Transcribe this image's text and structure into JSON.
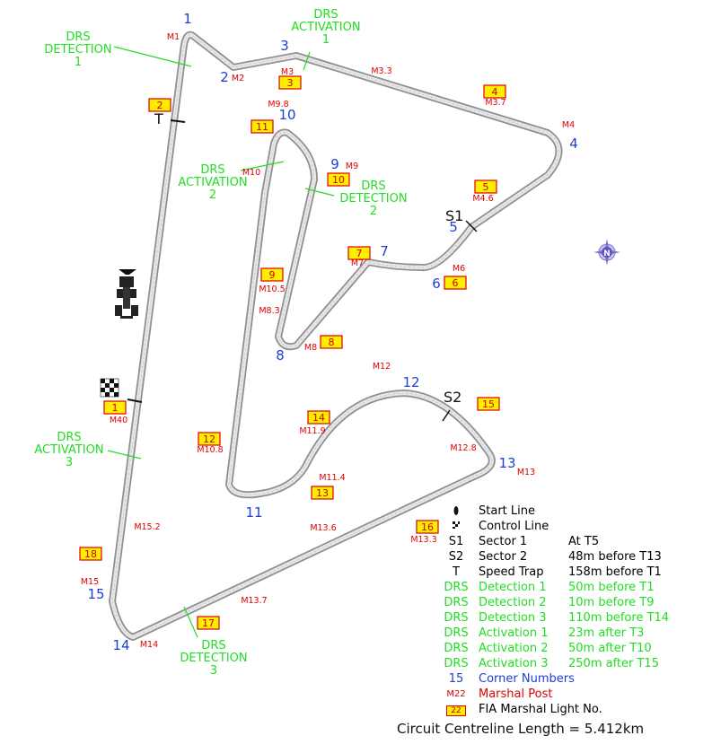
{
  "corners": [
    "1",
    "2",
    "3",
    "4",
    "5",
    "6",
    "7",
    "8",
    "9",
    "10",
    "11",
    "12",
    "13",
    "14",
    "15"
  ],
  "marshal_posts": [
    "M1",
    "M2",
    "M3",
    "M3.3",
    "M3.7",
    "M4",
    "M4.6",
    "M6",
    "M7",
    "M8",
    "M8.3",
    "M9",
    "M9.8",
    "M10",
    "M10.5",
    "M10.8",
    "M11.4",
    "M11.9",
    "M12",
    "M12.8",
    "M13",
    "M13.3",
    "M13.6",
    "M13.7",
    "M14",
    "M15",
    "M15.2",
    "M40"
  ],
  "light_boxes": [
    "1",
    "2",
    "3",
    "4",
    "5",
    "6",
    "7",
    "8",
    "9",
    "10",
    "11",
    "12",
    "13",
    "14",
    "15",
    "16",
    "17",
    "18"
  ],
  "drs_labels": {
    "detection1": [
      "DRS",
      "DETECTION",
      "1"
    ],
    "activation1": [
      "DRS",
      "ACTIVATION",
      "1"
    ],
    "activation2": [
      "DRS",
      "ACTIVATION",
      "2"
    ],
    "detection2": [
      "DRS",
      "DETECTION",
      "2"
    ],
    "activation3": [
      "DRS",
      "ACTIVATION",
      "3"
    ],
    "detection3": [
      "DRS",
      "DETECTION",
      "3"
    ]
  },
  "sector_marks": {
    "s1": "S1",
    "s2": "S2",
    "speed_trap": "T"
  },
  "compass_letter": "N",
  "legend": {
    "start_line": "Start Line",
    "control_line": "Control Line",
    "s1_key": "S1",
    "s1_name": "Sector 1",
    "s1_val": "At T5",
    "s2_key": "S2",
    "s2_name": "Sector 2",
    "s2_val": "48m before T13",
    "t_key": "T",
    "t_name": "Speed Trap",
    "t_val": "158m before T1",
    "drs_key": "DRS",
    "det1_name": "Detection 1",
    "det1_val": "50m before T1",
    "det2_name": "Detection 2",
    "det2_val": "10m before T9",
    "det3_name": "Detection 3",
    "det3_val": "110m before T14",
    "act1_name": "Activation 1",
    "act1_val": "23m after T3",
    "act2_name": "Activation 2",
    "act2_val": "50m after T10",
    "act3_name": "Activation 3",
    "act3_val": "250m after T15",
    "corner_key": "15",
    "corner_name": "Corner Numbers",
    "marshal_key": "M22",
    "marshal_name": "Marshal Post",
    "light_key": "22",
    "light_name": "FIA Marshal Light No."
  },
  "circuit_length": "Circuit Centreline Length = 5.412km",
  "colors": {
    "corner": "#1d3fd6",
    "marshal": "#e00000",
    "drs": "#22dd22",
    "light_fill": "#ffee00",
    "light_border": "#e00000",
    "track": "#9a9a9a"
  }
}
